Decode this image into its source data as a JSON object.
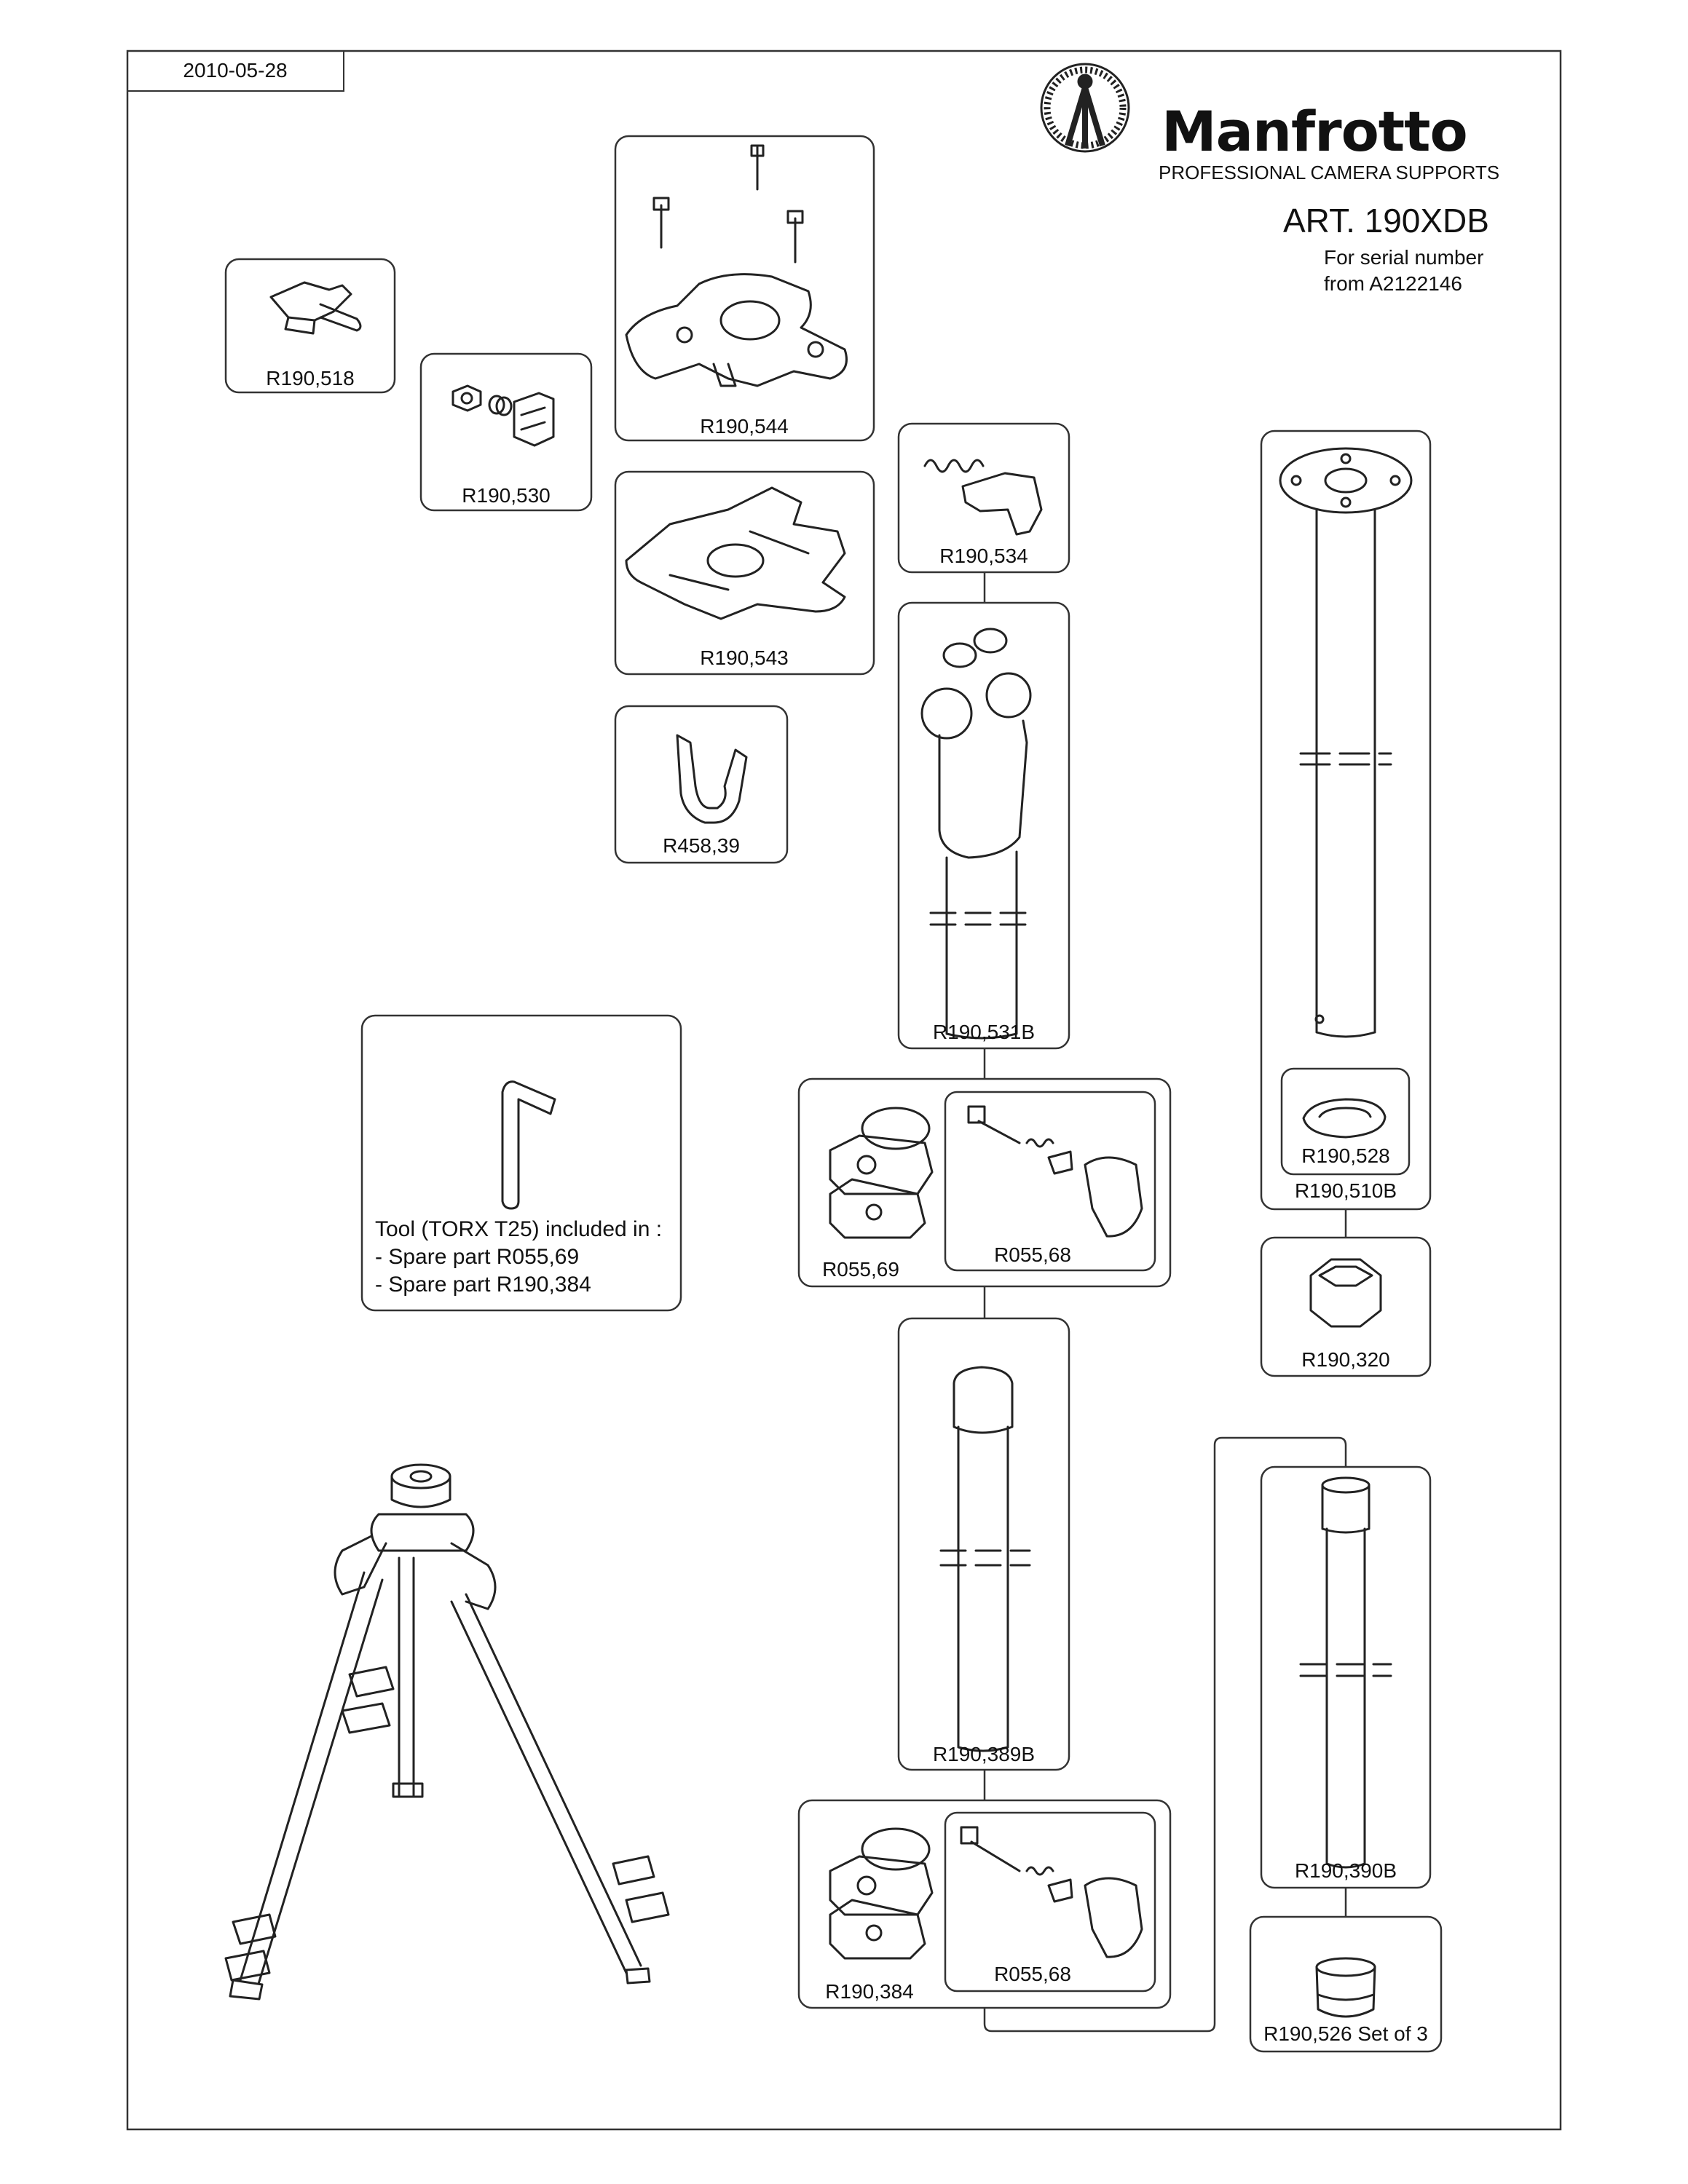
{
  "header": {
    "date": "2010-05-28",
    "brand": "Manfrotto",
    "tagline": "PROFESSIONAL CAMERA SUPPORTS",
    "article": "ART. 190XDB",
    "serial_line1": "For serial number",
    "serial_line2": "from A2122146"
  },
  "parts": {
    "r190_518": "R190,518",
    "r190_530": "R190,530",
    "r190_544": "R190,544",
    "r190_543": "R190,543",
    "r458_39": "R458,39",
    "r190_534": "R190,534",
    "r190_531b": "R190,531B",
    "r190_510b": "R190,510B",
    "r190_528": "R190,528",
    "r190_320": "R190,320",
    "r055_69": "R055,69",
    "r055_68_a": "R055,68",
    "r190_389b": "R190,389B",
    "r190_384": "R190,384",
    "r055_68_b": "R055,68",
    "r190_390b": "R190,390B",
    "r190_526": "R190,526 Set of 3"
  },
  "tool_note": {
    "line1": "Tool (TORX T25) included in :",
    "line2": "- Spare part R055,69",
    "line3": "- Spare part R190,384"
  },
  "colors": {
    "line": "#222222",
    "frame": "#444444"
  }
}
